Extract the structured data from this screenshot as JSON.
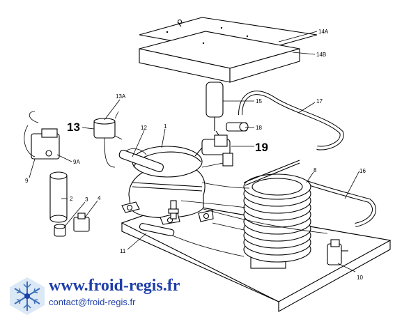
{
  "labels": {
    "l14a": "14A",
    "l14b": "14B",
    "l15": "15",
    "l17": "17",
    "l18": "18",
    "l19": "19",
    "l13a": "13A",
    "l13": "13",
    "l12": "12",
    "l1": "1",
    "l8": "8",
    "l16": "16",
    "l9": "9",
    "l9a": "9A",
    "l2": "2",
    "l3": "3",
    "l4": "4",
    "l11": "11",
    "l10": "10"
  },
  "footer": {
    "website": "www.froid-regis.fr",
    "email": "contact@froid-regis.fr"
  },
  "colors": {
    "brand_blue": "#1e3fa8",
    "logo_blue": "#6fa8dc"
  }
}
